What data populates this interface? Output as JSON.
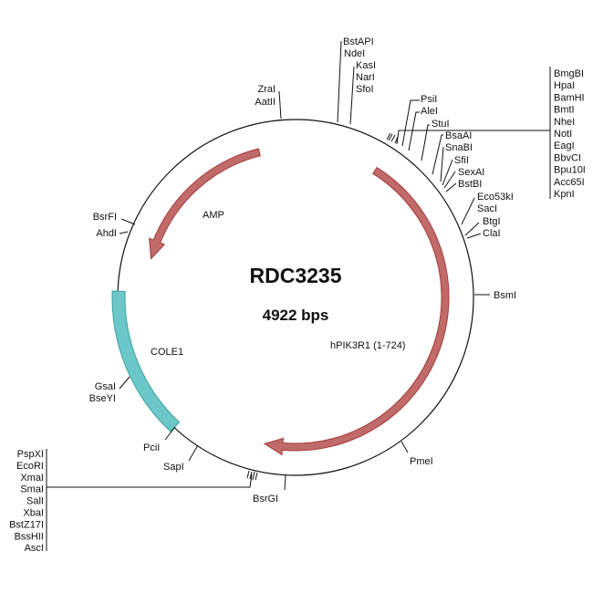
{
  "plasmid": {
    "name": "RDC3235",
    "size": "4922 bps"
  },
  "colors": {
    "backbone": "#111111",
    "cds": "#c06a6a",
    "cds_stroke": "#a83a3a",
    "ori": "#6cc8c8",
    "ori_stroke": "#3aa0a0"
  },
  "features": [
    {
      "label": "AMP",
      "start_deg": -14,
      "end_deg": -75,
      "type": "cds"
    },
    {
      "label": "hPIK3R1 (1-724)",
      "start_deg": 32,
      "end_deg": 192,
      "type": "cds"
    },
    {
      "label": "COLE1",
      "start_deg": 223,
      "end_deg": 272,
      "type": "ori"
    }
  ],
  "sites": {
    "zra": [
      "ZraI",
      "AatII"
    ],
    "bstapi": [
      "BstAPI",
      "NdeI"
    ],
    "kas": [
      "KasI",
      "NarI",
      "SfoI"
    ],
    "right_upper": [
      "PsiI",
      "AleI",
      "StuI",
      "BsaAI",
      "SnaBI",
      "SfiI",
      "SexAI",
      "BstBI",
      "Eco53kI",
      "SacI",
      "BtgI",
      "ClaI"
    ],
    "mcs1": [
      "BmgBI",
      "HpaI",
      "BamHI",
      "BmtI",
      "NheI",
      "NotI",
      "EagI",
      "BbvCI",
      "Bpu10I",
      "Acc65I",
      "KpnI"
    ],
    "bsm": "BsmI",
    "pme": "PmeI",
    "bsrgi": "BsrGI",
    "sap": "SapI",
    "pci": "PciI",
    "gsa": [
      "GsaI",
      "BseYI"
    ],
    "bsrfi": [
      "BsrFI",
      "AhdI"
    ],
    "mcs2": [
      "PspXI",
      "EcoRI",
      "XmaI",
      "SmaI",
      "SalI",
      "XbaI",
      "BstZ17I",
      "BssHII",
      "AscI"
    ]
  }
}
